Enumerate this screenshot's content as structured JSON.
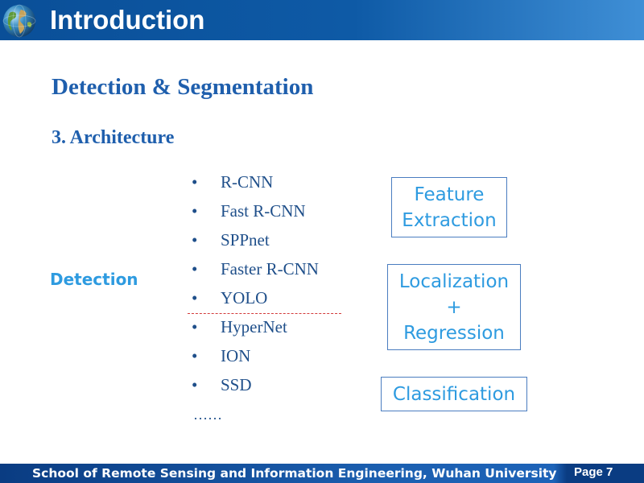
{
  "header": {
    "title": "Introduction",
    "logo_icon": "globe-icon",
    "colors": {
      "bar": "#0e5aa6",
      "bar_light": "#3f8fd6"
    }
  },
  "content": {
    "section_title": "Detection & Segmentation",
    "subsection_title": "3. Architecture",
    "category_label": "Detection",
    "methods": [
      {
        "bullet": "•",
        "label": "R-CNN"
      },
      {
        "bullet": "•",
        "label": "Fast R-CNN"
      },
      {
        "bullet": "•",
        "label": "SPPnet"
      },
      {
        "bullet": "•",
        "label": "Faster R-CNN"
      },
      {
        "bullet": "•",
        "label": "YOLO"
      },
      {
        "bullet": "•",
        "label": "HyperNet"
      },
      {
        "bullet": "•",
        "label": "ION"
      },
      {
        "bullet": "•",
        "label": "SSD"
      }
    ],
    "ellipsis": "……",
    "stages": [
      {
        "label": "Feature\nExtraction"
      },
      {
        "label": "Localization\n+\nRegression"
      },
      {
        "label": "Classification"
      }
    ],
    "colors": {
      "title": "#1f5fad",
      "accent": "#2e9be0",
      "list_text": "#1f4f8a",
      "divider": "#d23a3a"
    }
  },
  "footer": {
    "affiliation": "School of Remote Sensing and Information Engineering, Wuhan University",
    "page_label": "Page 7"
  }
}
